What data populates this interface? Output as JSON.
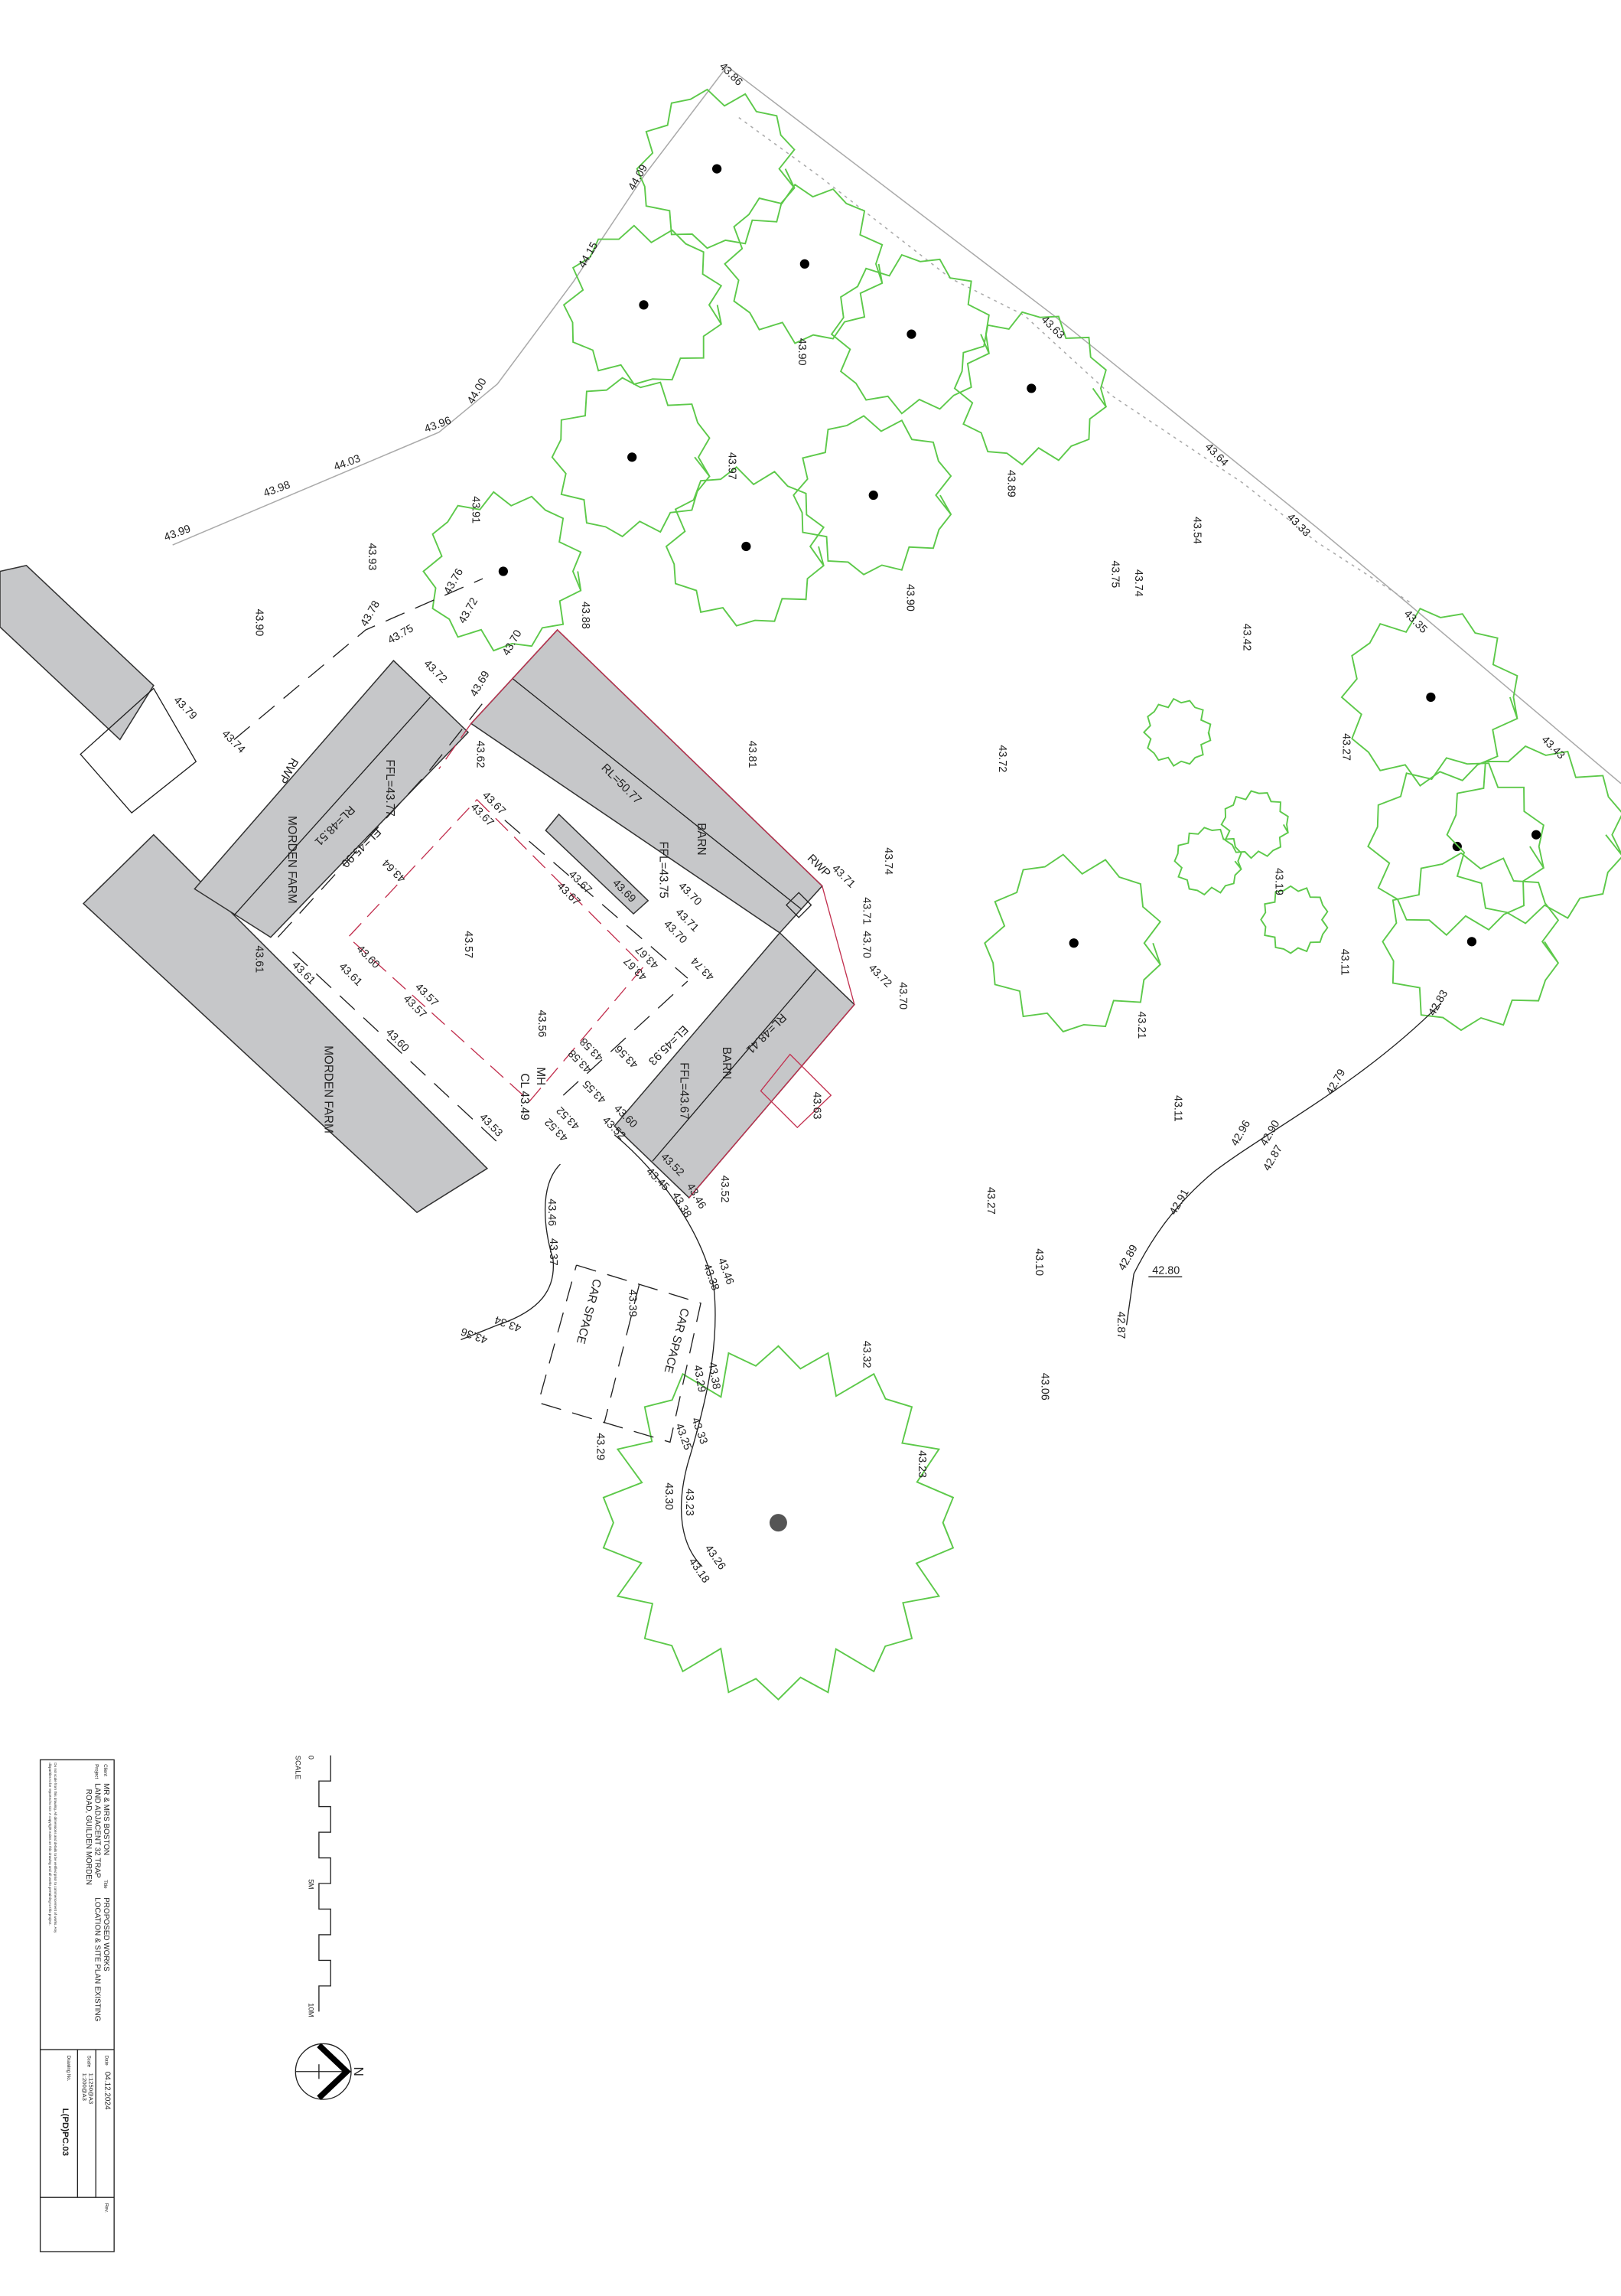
{
  "colors": {
    "building_fill": "#c6c7c9",
    "tree_outline": "#5dc94a",
    "boundary_red": "#c2304f",
    "line": "#222222"
  },
  "labels": {
    "morden_farm_upper": "MORDEN FARM",
    "morden_farm_lower": "MORDEN FARM",
    "morden_rl": "RL=48.51",
    "morden_ffl": "FFL=43.77",
    "morden_el": "EL=45.90",
    "morden_rwp": "RWP",
    "barn_long": "BARN",
    "barn_long_rl": "RL=50.77",
    "barn_long_ffl": "FFL=43.75",
    "barn_rwp": "RWP",
    "barn_short": "BARN",
    "barn_short_rl": "RL=48.41",
    "barn_short_ffl": "FFL=43.67",
    "barn_short_el": "EL=45.93",
    "manhole": "MH",
    "manhole_cl": "CL 43.49",
    "car_space_1": "CAR SPACE",
    "car_space_2": "CAR SPACE"
  },
  "spot_levels": [
    "43.86",
    "44.09",
    "44.15",
    "44.00",
    "43.96",
    "44.03",
    "43.98",
    "43.99",
    "43.91",
    "43.93",
    "43.90",
    "43.76",
    "43.72",
    "43.70",
    "43.78",
    "43.75",
    "43.72",
    "43.69",
    "43.88",
    "43.79",
    "43.74",
    "43.62",
    "43.81",
    "43.72",
    "43.90",
    "43.97",
    "43.89",
    "43.90",
    "43.63",
    "43.64",
    "43.54",
    "43.33",
    "43.75",
    "43.74",
    "43.42",
    "43.35",
    "43.27",
    "43.43",
    "43.19",
    "43.11",
    "43.74",
    "43.71",
    "43.71",
    "43.70",
    "43.72",
    "43.70",
    "43.21",
    "43.63",
    "43.11",
    "42.83",
    "42.79",
    "42.90",
    "42.96",
    "42.87",
    "42.91",
    "42.89",
    "42.80",
    "42.87",
    "43.27",
    "43.10",
    "43.06",
    "43.52",
    "43.52",
    "43.45",
    "43.46",
    "43.38",
    "43.46",
    "43.38",
    "43.46",
    "43.37",
    "43.34",
    "43.36",
    "43.39",
    "43.29",
    "43.32",
    "43.38",
    "43.29",
    "43.33",
    "43.25",
    "43.23",
    "43.30",
    "43.23",
    "43.26",
    "43.18",
    "43.57",
    "43.56",
    "43.67",
    "43.67",
    "43.64",
    "43.67",
    "43.67",
    "43.69",
    "43.61",
    "43.60",
    "43.61",
    "43.57",
    "43.57",
    "43.60",
    "43.53",
    "43.58",
    "43.58",
    "43.56",
    "43.55",
    "43.52",
    "43.52",
    "43.60",
    "43.52",
    "43.67",
    "43.67",
    "43.74",
    "43.71",
    "43.70",
    "43.70",
    "43.61"
  ],
  "scale_bar": {
    "label": "SCALE",
    "start": "0",
    "mid": "5M",
    "end": "10M"
  },
  "north_arrow": {
    "label": "N"
  },
  "title_block": {
    "client_label": "Client",
    "client": "MR & MRS BOSTON",
    "project_label": "Project",
    "project_line1": "LAND ADJACENT 32 TRAP",
    "project_line2": "ROAD, GUILDEN MORDEN",
    "title_label": "Title",
    "title_line1": "PROPOSED WORKS",
    "title_line2": "LOCATION & SITE PLAN EXISTING",
    "disclaimer_line1": "Do not scale from this drawing. All dimensions and details to be verified prior to commencement of works. Any",
    "disclaimer_line2": "disparities to be reported to CD. A copyright exists on this drawing and all works pertaining to this project.",
    "date_label": "Date",
    "date": "04.12.2024",
    "scale_label": "Scale",
    "scale_1": "1:1250@A3",
    "scale_2": "1:200@A3",
    "drawing_no_label": "Drawing No.",
    "drawing_no": "L(PD)PC.03",
    "rev_label": "Rev."
  }
}
